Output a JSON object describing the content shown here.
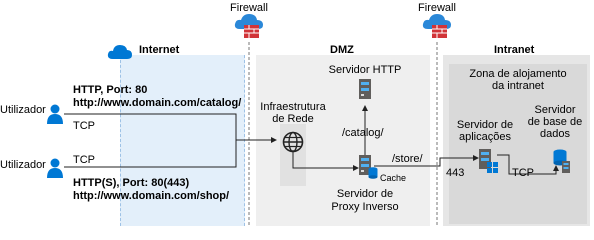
{
  "zones": {
    "internet": "Internet",
    "dmz": "DMZ",
    "intranet": "Intranet"
  },
  "firewalls": {
    "left": "Firewall",
    "right": "Firewall"
  },
  "users": {
    "top": "Utilizador",
    "bottom": "Utilizador"
  },
  "connections": {
    "top_protocol": "HTTP, Port: 80",
    "top_url": "http://www.domain.com/catalog/",
    "top_tcp": "TCP",
    "bottom_tcp": "TCP",
    "bottom_protocol": "HTTP(S), Port: 80(443)",
    "bottom_url": "http://www.domain.com/shop/"
  },
  "dmz": {
    "network_infra_line1": "Infraestrutura",
    "network_infra_line2": "de Rede",
    "http_server": "Servidor HTTP",
    "catalog_path": "/catalog/",
    "store_path": "/store/",
    "cache": "Cache",
    "reverse_proxy_line1": "Servidor de",
    "reverse_proxy_line2": "Proxy Inverso"
  },
  "intranet": {
    "hosting_zone_line1": "Zona de alojamento",
    "hosting_zone_line2": "da intranet",
    "app_server_line1": "Servidor de",
    "app_server_line2": "aplicações",
    "db_server_line1": "Servidor",
    "db_server_line2": "de base de",
    "db_server_line3": "dados",
    "port_443": "443",
    "tcp": "TCP"
  },
  "colors": {
    "internet_bg": "#e3effa",
    "dmz_bg": "#efefef",
    "intranet_bg": "#e4e4e4",
    "intranet_inner_bg": "#d6d6d6",
    "firewall_red": "#d13438",
    "cloud_blue": "#0078d4",
    "user_blue": "#0078d4",
    "server_grey": "#8a8886"
  }
}
